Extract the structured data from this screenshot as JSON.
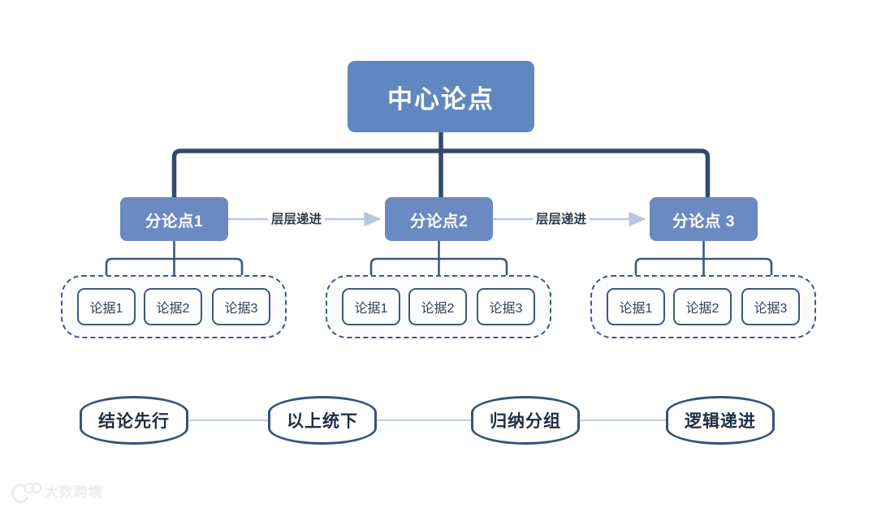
{
  "diagram": {
    "title_node": {
      "label": "中心论点"
    },
    "sub_nodes": [
      {
        "label": "分论点1"
      },
      {
        "label": "分论点2"
      },
      {
        "label": "分论点 3"
      }
    ],
    "progression_arrows": [
      {
        "label": "层层递进"
      },
      {
        "label": "层层递进"
      }
    ],
    "evidence_groups": [
      {
        "items": [
          {
            "label": "论据1"
          },
          {
            "label": "论据2"
          },
          {
            "label": "论据3"
          }
        ]
      },
      {
        "items": [
          {
            "label": "论据1"
          },
          {
            "label": "论据2"
          },
          {
            "label": "论据3"
          }
        ]
      },
      {
        "items": [
          {
            "label": "论据1"
          },
          {
            "label": "论据2"
          },
          {
            "label": "论据3"
          }
        ]
      }
    ],
    "principles": [
      {
        "label": "结论先行"
      },
      {
        "label": "以上统下"
      },
      {
        "label": "归纳分组"
      },
      {
        "label": "逻辑递进"
      }
    ],
    "colors": {
      "central_fill": "#6187c1",
      "sub_fill": "#6b8ac2",
      "connector_dark": "#34496b",
      "connector_thin": "#3d587e",
      "dashed_border": "#3f5a80",
      "arrow_line": "#b8c6dc",
      "text_dark": "#2f3b4d",
      "text_white": "#ffffff",
      "background": "#ffffff"
    }
  },
  "watermark": {
    "text": "大数跨境"
  }
}
